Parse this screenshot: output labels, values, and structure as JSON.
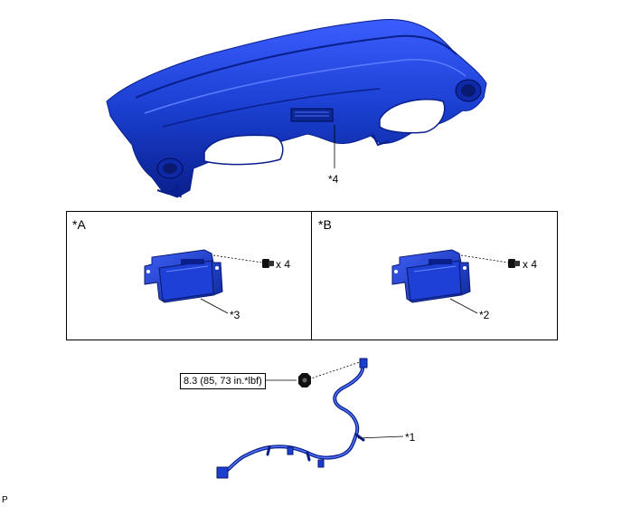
{
  "diagram": {
    "callouts": {
      "instrument_panel": "*4",
      "unit_a": "*3",
      "unit_b": "*2",
      "wire_harness": "*1"
    },
    "panels": {
      "a_label": "*A",
      "b_label": "*B"
    },
    "quantities": {
      "a_bolts": "x 4",
      "b_bolts": "x 4"
    },
    "torque_spec": "8.3 (85, 73 in.*lbf)",
    "footer_mark": "P",
    "colors": {
      "part_fill": "#1a3fd0",
      "part_dark": "#0a1f8c",
      "part_light": "#4a6cff",
      "line": "#000000"
    },
    "icons": [
      "bolt-icon",
      "bolt-icon",
      "bolt-icon"
    ]
  }
}
